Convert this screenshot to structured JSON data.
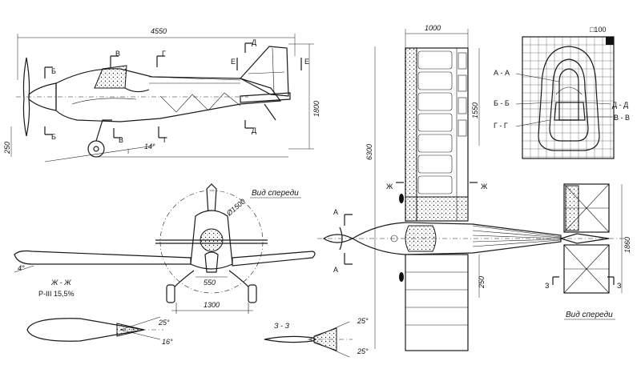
{
  "side_view": {
    "length_dim": "4550",
    "height_dim": "1800",
    "ground_dim": "250",
    "angle_label": "14°",
    "sections": {
      "b": "Б",
      "v": "В",
      "g": "Г",
      "d": "Д",
      "e": "Е"
    }
  },
  "top_view": {
    "span_dim": "6300",
    "chord_dim": "1000",
    "dim_1550": "1550",
    "dim_250": "250",
    "tail_span_dim": "1860",
    "section_a": "А",
    "section_zh": "Ж",
    "section_z": "З",
    "caption": "Вид спереди"
  },
  "front_view": {
    "caption": "Вид спереди",
    "prop_dim": "Ø1500",
    "dim_550": "550",
    "track_dim": "1300",
    "dihedral": "4°"
  },
  "sections_grid": {
    "scale_label": "□100",
    "labels": [
      "А - А",
      "Б - Б",
      "Г - Г",
      "Д - Д",
      "В - В"
    ]
  },
  "airfoil": {
    "title": "Ж - Ж",
    "profile": "Р-III 15,5%",
    "angle_up": "25°",
    "angle_down": "16°"
  },
  "tail_section": {
    "title": "З - З",
    "angle_up": "25°",
    "angle_down": "25°"
  }
}
